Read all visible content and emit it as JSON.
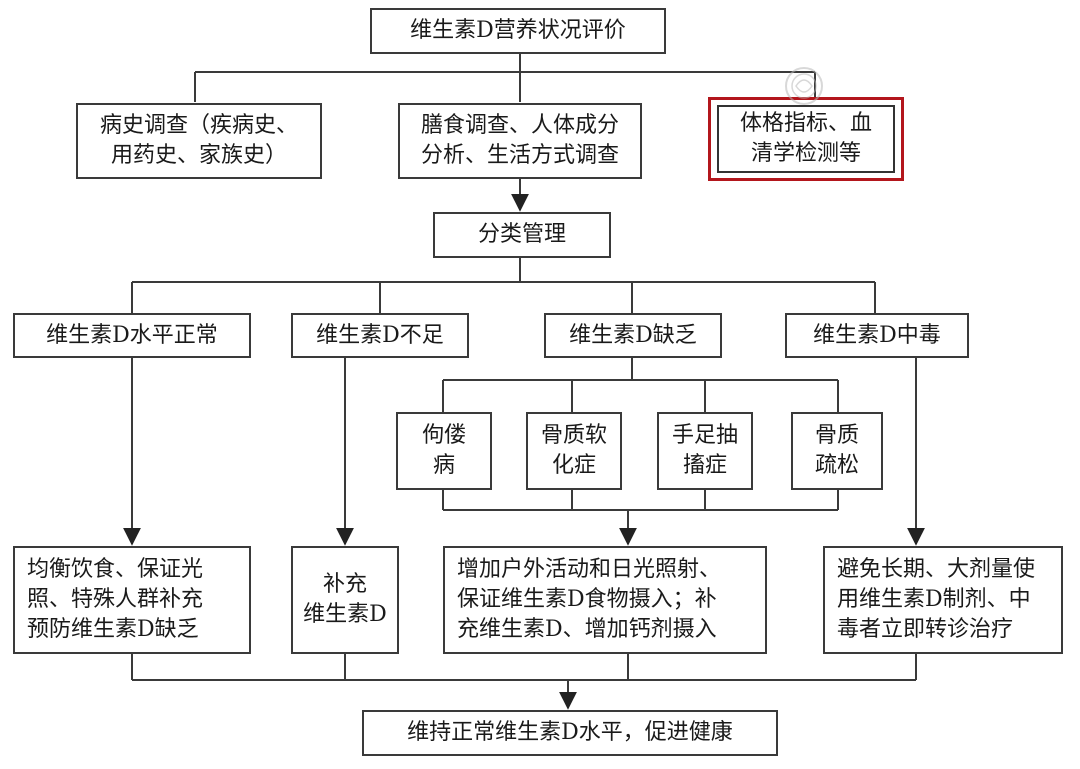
{
  "nodes": {
    "root": "维生素D营养状况评价",
    "history": "病史调查（疾病史、\n用药史、家族史）",
    "diet": "膳食调查、人体成分\n分析、生活方式调查",
    "physical": "体格指标、血\n清学检测等",
    "classify": "分类管理",
    "normal": "维生素D水平正常",
    "insufficient": "维生素D不足",
    "deficient": "维生素D缺乏",
    "toxicity": "维生素D中毒",
    "rickets": "佝偻\n病",
    "osteomalacia": "骨质软\n化症",
    "tetany": "手足抽\n搐症",
    "osteoporosis": "骨质\n疏松",
    "action_normal": "均衡饮食、保证光\n照、特殊人群补充\n预防维生素D缺乏",
    "action_insufficient": "补充\n维生素D",
    "action_deficient": "增加户外活动和日光照射、\n保证维生素D食物摄入；补\n充维生素D、增加钙剂摄入",
    "action_toxicity": "避免长期、大剂量使\n用维生素D制剂、中\n毒者立即转诊治疗",
    "goal": "维持正常维生素D水平，促进健康"
  },
  "colors": {
    "line": "#3a3a3a",
    "highlight": "#b3161c",
    "watermark": "#b9b9b9"
  },
  "watermark_icon": "seal-logo-icon"
}
